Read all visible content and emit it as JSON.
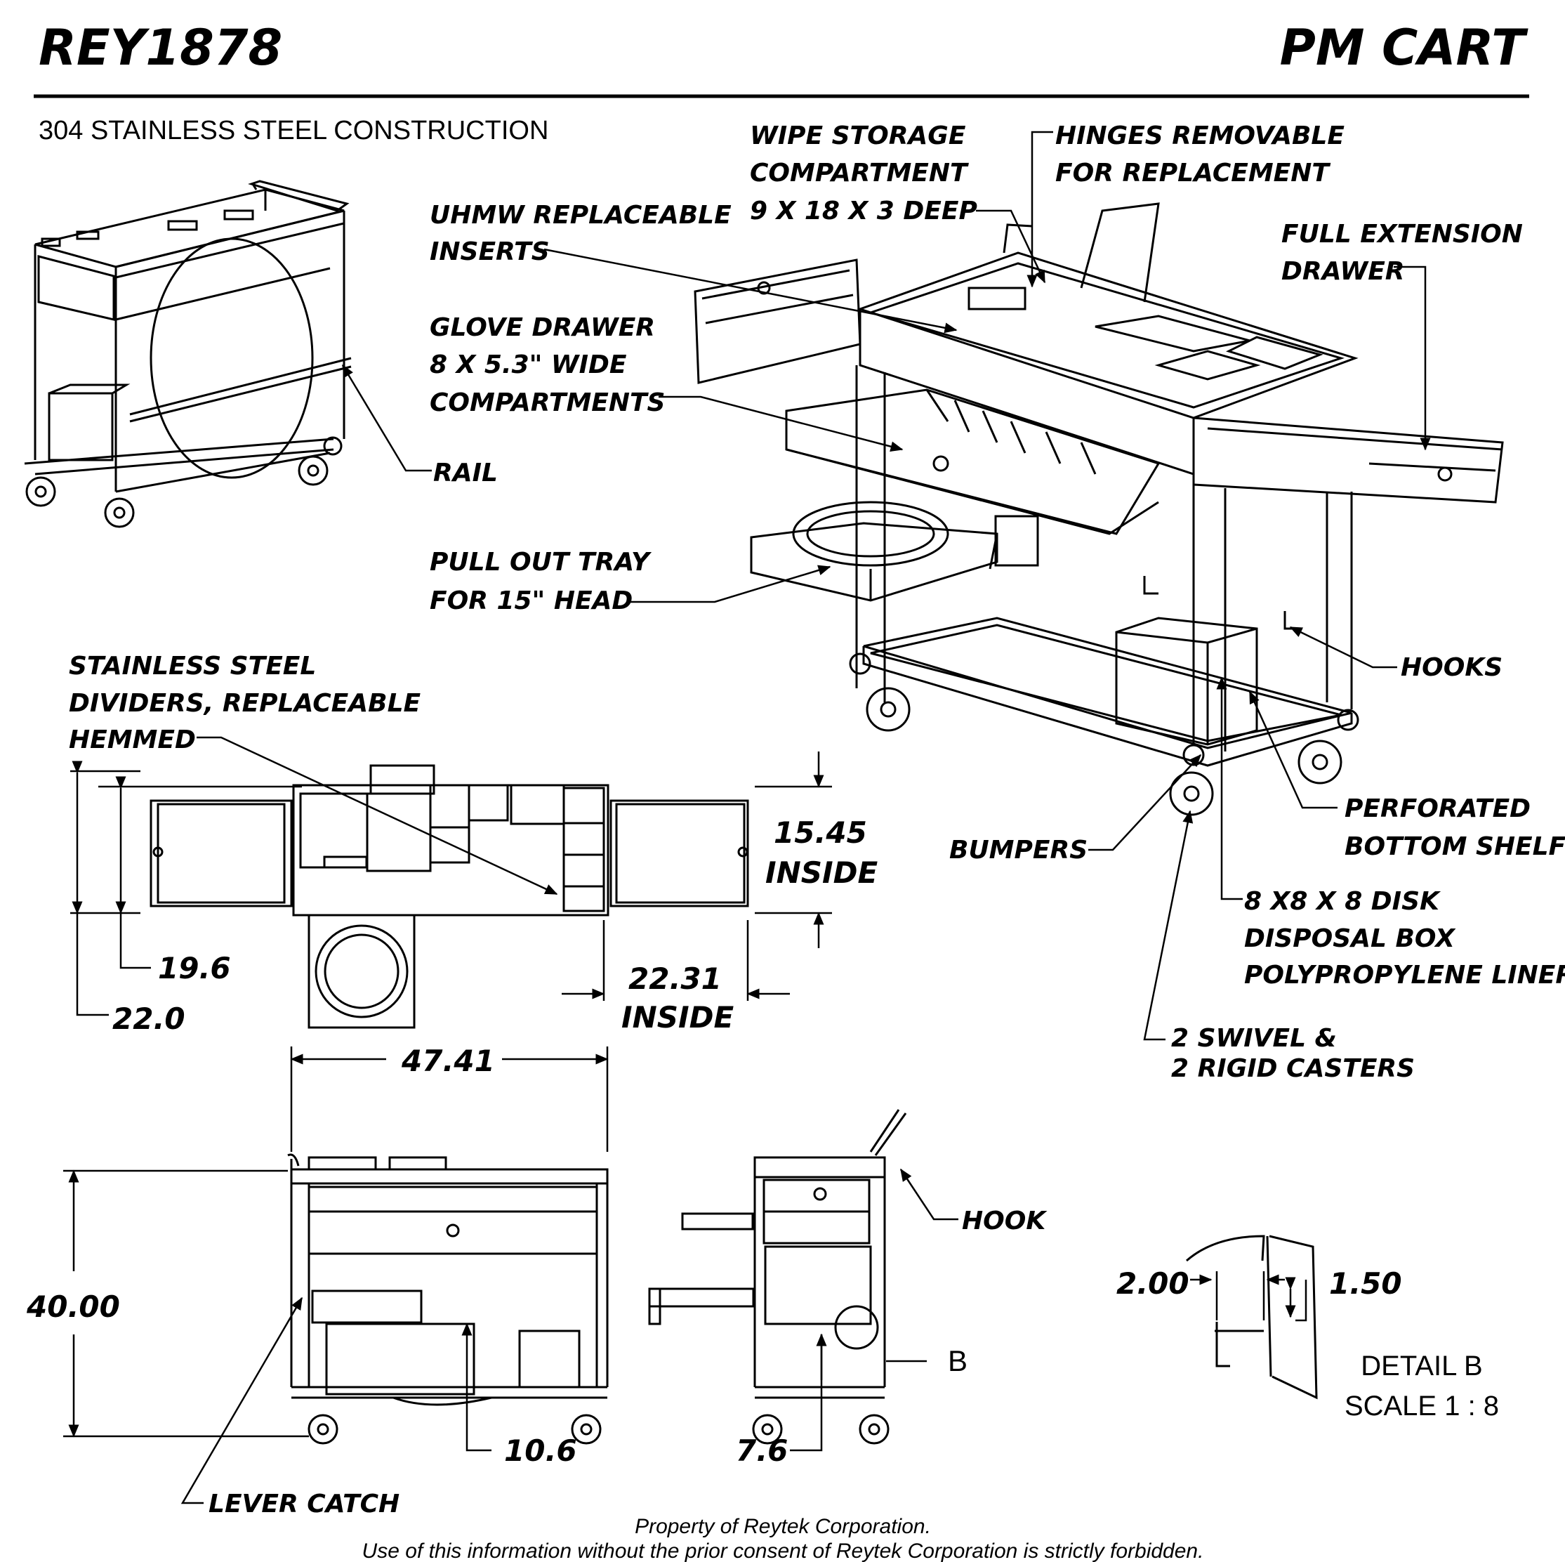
{
  "title_block": {
    "part_number": "REY1878",
    "part_name": "PM CART",
    "material_note": "304 STAINLESS STEEL CONSTRUCTION"
  },
  "callouts": {
    "uhmw_inserts": [
      "UHMW REPLACEABLE",
      "INSERTS"
    ],
    "wipe_storage": [
      "WIPE STORAGE",
      "COMPARTMENT",
      "9 X 18 X 3 DEEP"
    ],
    "hinges": [
      "HINGES REMOVABLE",
      "FOR REPLACEMENT"
    ],
    "full_extension": [
      "FULL EXTENSION",
      "DRAWER"
    ],
    "glove_drawer": [
      "GLOVE DRAWER",
      "8 X 5.3\" WIDE",
      "COMPARTMENTS"
    ],
    "rail": "RAIL",
    "pull_out_tray": [
      "PULL OUT TRAY",
      "FOR 15\" HEAD"
    ],
    "hooks": "HOOKS",
    "dividers": [
      "STAINLESS STEEL",
      "DIVIDERS, REPLACEABLE",
      "HEMMED"
    ],
    "perforated_shelf": [
      "PERFORATED",
      "BOTTOM SHELF"
    ],
    "bumpers": "BUMPERS",
    "disposal_box": [
      "8 X8 X 8 DISK",
      "DISPOSAL BOX",
      "POLYPROPYLENE LINER"
    ],
    "casters": [
      "2 SWIVEL &",
      "2 RIGID CASTERS"
    ],
    "hook": "HOOK",
    "lever_catch": "LEVER CATCH"
  },
  "dimensions": {
    "inside_depth": [
      "15.45",
      "INSIDE"
    ],
    "depth_19_6": "19.6",
    "depth_22_0": "22.0",
    "inside_width": [
      "22.31",
      "INSIDE"
    ],
    "overall_width": "47.41",
    "height": "40.00",
    "shelf_height_front": "10.6",
    "shelf_height_side": "7.6",
    "detail_left": "2.00",
    "detail_right": "1.50"
  },
  "detail": {
    "marker": "B",
    "title": "DETAIL B",
    "scale": "SCALE 1 : 8"
  },
  "footer": {
    "line1": "Property of Reytek Corporation.",
    "line2": "Use of this information without the prior consent of Reytek Corporation is strictly forbidden."
  }
}
